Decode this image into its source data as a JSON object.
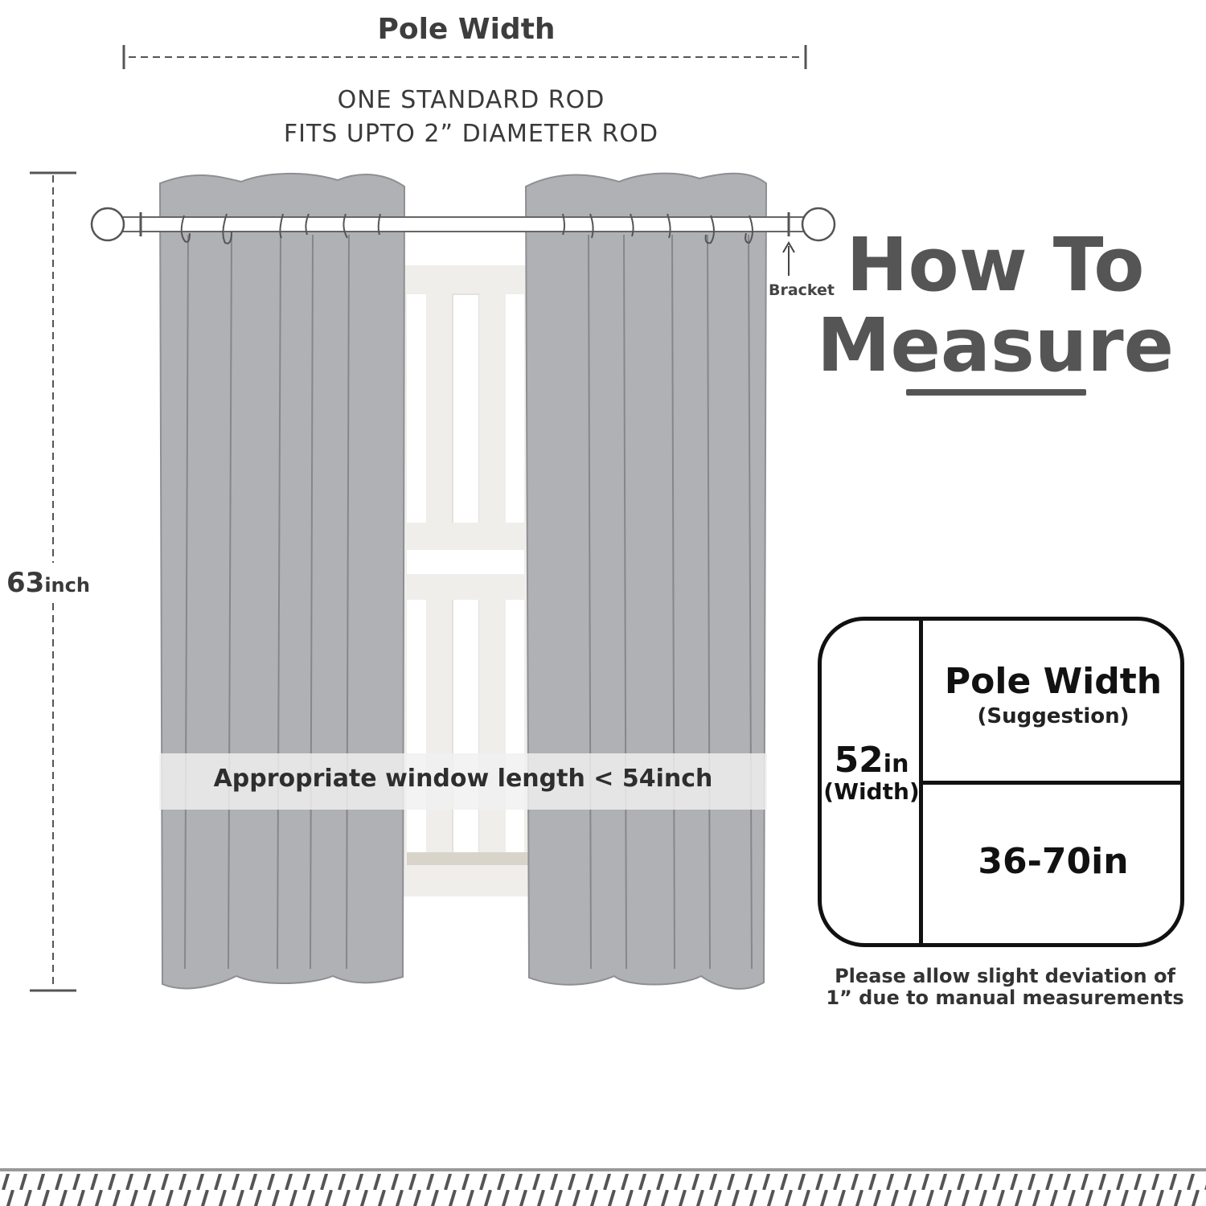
{
  "pole_width_label": "Pole Width",
  "rod_info": {
    "line1": "ONE STANDARD ROD",
    "line2": "FITS UPTO 2” DIAMETER ROD"
  },
  "curtain_height": {
    "value": "63",
    "unit": "inch"
  },
  "bracket_label": "Bracket",
  "title": {
    "line1": "How To",
    "line2": "Measure"
  },
  "window_note": "Appropriate window length < 54inch",
  "size_table": {
    "curtain_width_value": "52",
    "curtain_width_unit": "in",
    "curtain_width_label": "(Width)",
    "heading": "Pole Width",
    "subheading": "(Suggestion)",
    "range": "36-70in"
  },
  "disclaimer": {
    "line1": "Please allow slight deviation of",
    "line2": "1” due to manual measurements"
  },
  "colors": {
    "curtain": "#b0b1b5",
    "title": "#555555",
    "window_frame": "#efeeeb",
    "stripes": "#555555",
    "outline": "#111111"
  }
}
